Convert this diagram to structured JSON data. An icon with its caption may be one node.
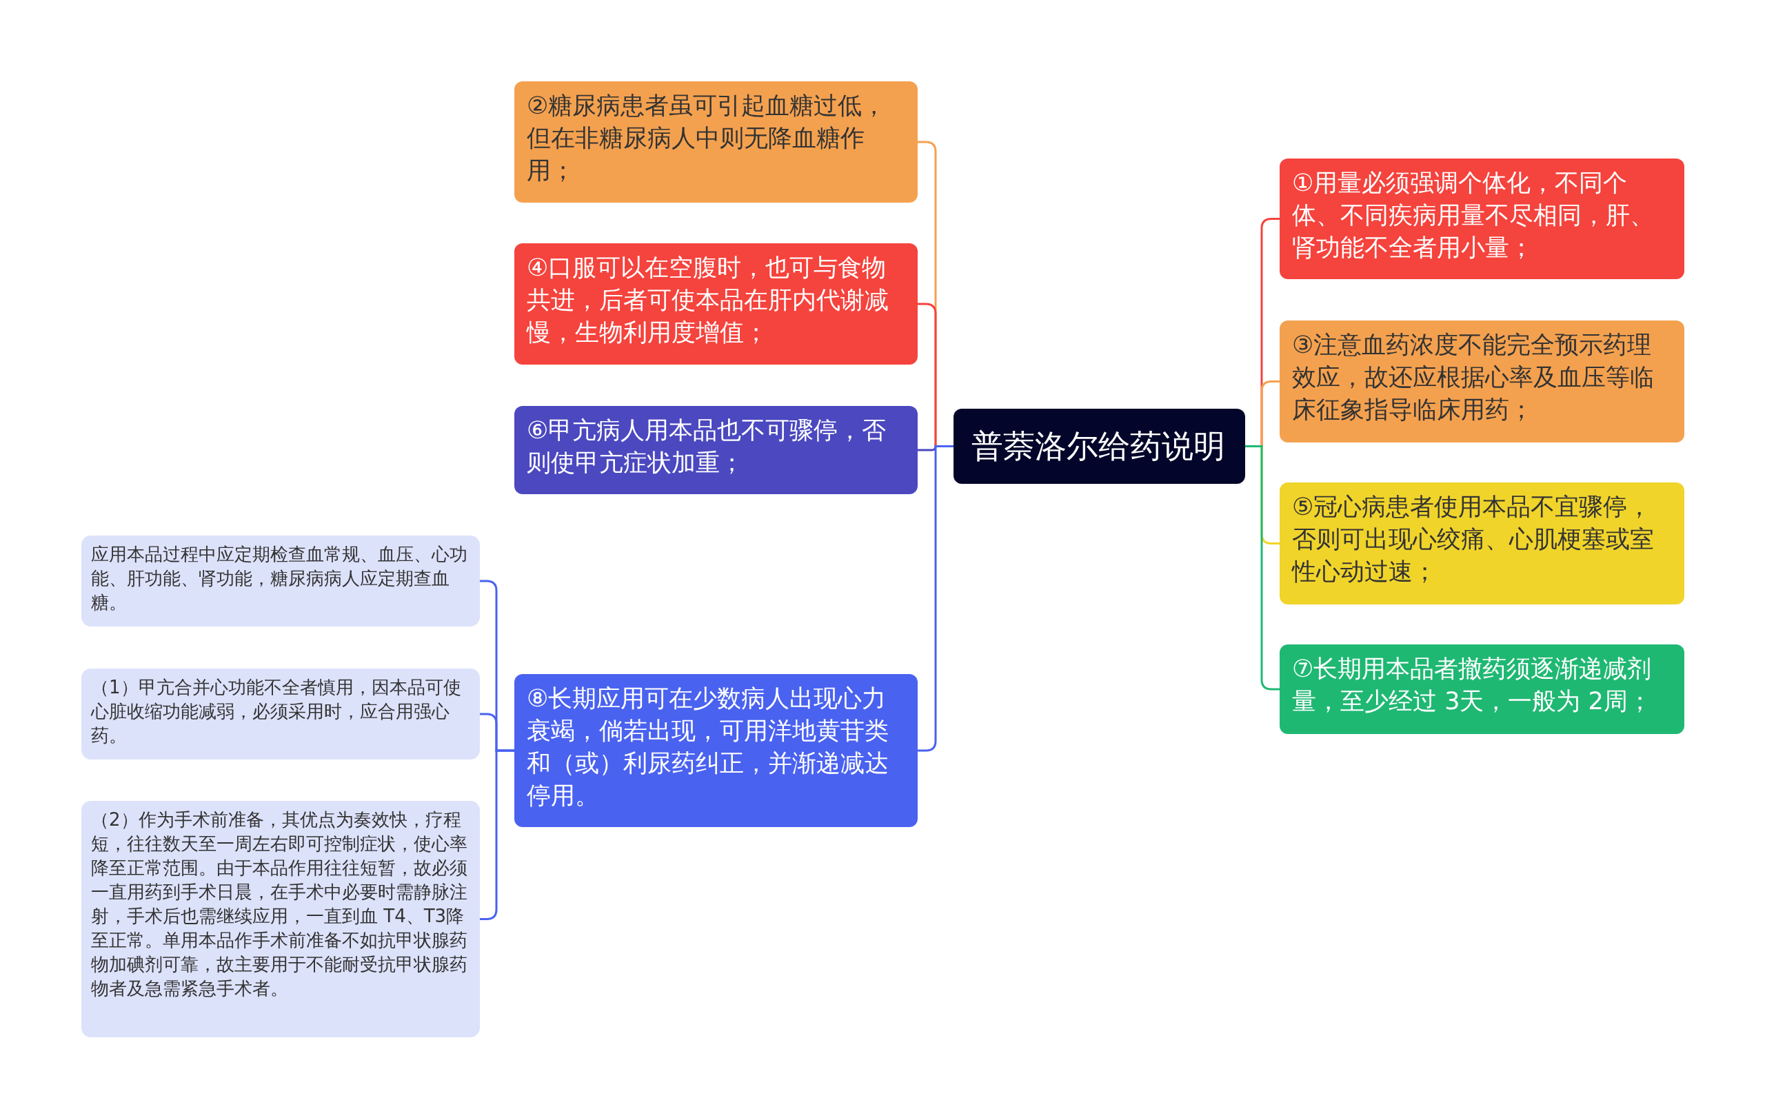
{
  "diagram": {
    "nodes": [
      {
        "text": [
          "普萘洛尔给药说明"
        ]
      },
      {
        "text": [
          "②糖尿病患者虽可引起血糖过低，但在非糖尿病人中则无降血糖作用；"
        ]
      },
      {
        "text": [
          "④口服可以在空腹时，也可与食物共进，后者可使本品在肝内代谢减慢，生物利用度增值；"
        ]
      },
      {
        "text": [
          "⑥甲亢病人用本品也不可骤停，否则使甲亢症状加重；"
        ]
      },
      {
        "text": [
          "⑧长期应用可在少数病人出现心力衰竭，倘若出现，可用洋地黄苷类和（或）利尿药纠正，并渐递减达停用。"
        ]
      },
      {
        "text": [
          "①用量必须强调个体化，不同个体、不同疾病用量不尽相同，肝、肾功能不全者用小量；"
        ]
      },
      {
        "text": [
          "③注意血药浓度不能完全预示药理效应，故还应根据心率及血压等临床征象指导临床用药；"
        ]
      },
      {
        "text": [
          "⑤冠心病患者使用本品不宜骤停，否则可出现心绞痛、心肌梗塞或室性心动过速；"
        ]
      },
      {
        "text": [
          "⑦长期用本品者撤药须逐渐递减剂量，至少经过 3天，一般为 2周；"
        ]
      },
      {
        "text": [
          "应用本品过程中应定期检查血常规、血压、心功能、肝功能、肾功能，糖尿病病人应定期查血糖。"
        ]
      },
      {
        "text": [
          "（1）甲亢合并心功能不全者慎用，因本品可使心脏收缩功能减弱，必须采用时，应合用强心药。"
        ]
      },
      {
        "text": [
          "（2）作为手术前准备，其优点为奏效快，疗程短，往往数天至一周左右即可控制症状，使心率降至正常范围。由于本品作用往往短暂，故必须一直用药到手术日晨，在手术中必要时需静脉注射，手术后也需继续应用，一直到血 T4、T3降至正常。单用本品作手术前准备不如抗甲状腺药物加碘剂可靠，故主要用于不能耐受抗甲状腺药物者及急需紧急手术者。"
        ]
      }
    ],
    "edges": [
      {
        "from": 0,
        "to": 1,
        "arrow": "none",
        "color": "#f4a14f"
      },
      {
        "from": 0,
        "to": 2,
        "arrow": "none",
        "color": "#f5433d"
      },
      {
        "from": 0,
        "to": 3,
        "arrow": "none",
        "color": "#4b48c0"
      },
      {
        "from": 0,
        "to": 4,
        "arrow": "none",
        "color": "#4a62f0"
      },
      {
        "from": 0,
        "to": 5,
        "arrow": "none",
        "color": "#f5433d"
      },
      {
        "from": 0,
        "to": 6,
        "arrow": "none",
        "color": "#f4a14f"
      },
      {
        "from": 0,
        "to": 7,
        "arrow": "none",
        "color": "#f0d42a"
      },
      {
        "from": 0,
        "to": 8,
        "arrow": "none",
        "color": "#1fb873"
      },
      {
        "from": 4,
        "to": 9,
        "arrow": "none",
        "color": "#4a62f0"
      },
      {
        "from": 4,
        "to": 10,
        "arrow": "none",
        "color": "#4a62f0"
      },
      {
        "from": 4,
        "to": 11,
        "arrow": "none",
        "color": "#4a62f0"
      }
    ]
  }
}
